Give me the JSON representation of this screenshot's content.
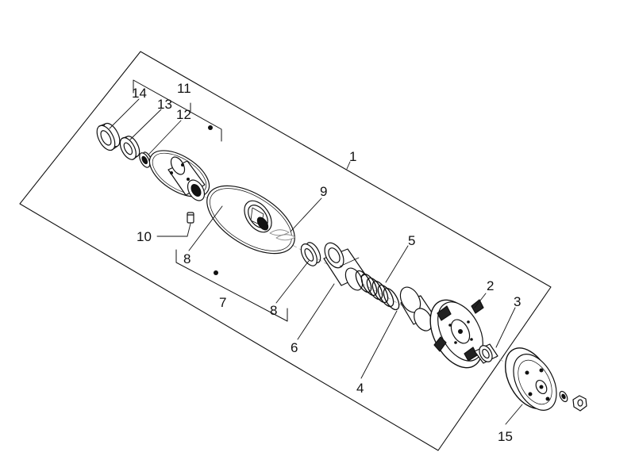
{
  "diagram": {
    "kind": "exploded parts diagram",
    "colors": {
      "ink": "#111111",
      "background": "#ffffff",
      "faint": "#9a9a9a"
    },
    "callouts": [
      {
        "id": "1",
        "text": "1"
      },
      {
        "id": "2",
        "text": "2"
      },
      {
        "id": "3",
        "text": "3"
      },
      {
        "id": "4",
        "text": "4"
      },
      {
        "id": "5",
        "text": "5"
      },
      {
        "id": "6",
        "text": "6"
      },
      {
        "id": "7",
        "text": "7"
      },
      {
        "id": "8a",
        "text": "8"
      },
      {
        "id": "8b",
        "text": "8"
      },
      {
        "id": "9",
        "text": "9"
      },
      {
        "id": "10",
        "text": "10"
      },
      {
        "id": "11",
        "text": "11"
      },
      {
        "id": "12",
        "text": "12"
      },
      {
        "id": "13",
        "text": "13"
      },
      {
        "id": "14",
        "text": "14"
      },
      {
        "id": "15",
        "text": "15"
      }
    ]
  }
}
